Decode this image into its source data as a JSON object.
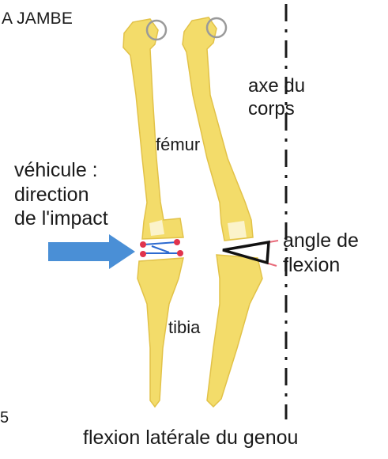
{
  "header": {
    "text": "A JAMBE"
  },
  "labels": {
    "body_axis": "axe du\ncorps",
    "femur": "fémur",
    "impact": "véhicule :\ndirection\nde l'impact",
    "angle": "angle de\nflexion",
    "tibia": "tibia"
  },
  "page_number": "5",
  "caption": "flexion latérale du genou",
  "colors": {
    "bone": "#f3dc6a",
    "bone_edge": "#e2c248",
    "arrow": "#4a8fd6",
    "joint_point": "#e0334d",
    "ligament": "#2c6ad0",
    "angle_line": "#111111",
    "angle_ray": "#e86b7a",
    "axis_line": "#1a1a1a"
  }
}
